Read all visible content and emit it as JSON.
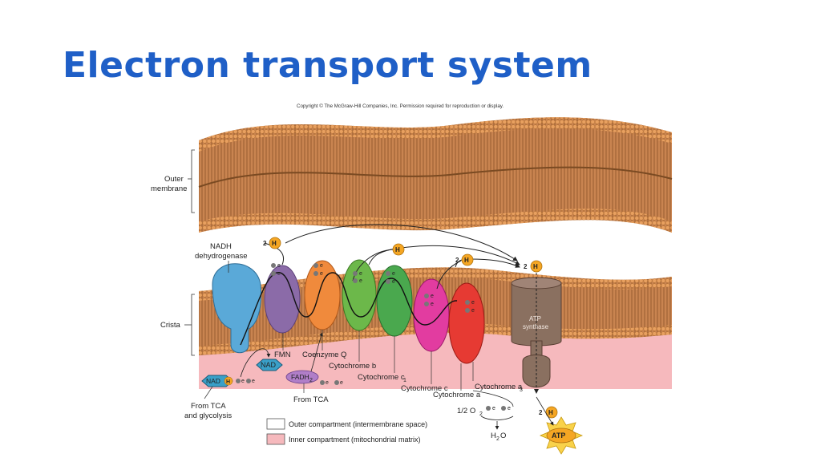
{
  "slide": {
    "title": "Electron transport system"
  },
  "figure": {
    "copyright": "Copyright © The McGraw-Hill Companies, Inc. Permission required for reproduction or display.",
    "labels": {
      "outer_membrane_1": "Outer",
      "outer_membrane_2": "membrane",
      "crista": "Crista",
      "nadh_dehydrogenase_1": "NADH",
      "nadh_dehydrogenase_2": "dehydrogenase",
      "fmn": "FMN",
      "coenzyme_q": "Coenzyme Q",
      "cytochrome_b": "Cytochrome b",
      "cytochrome_c1": "Cytochrome c",
      "cytochrome_c1_sub": "1",
      "cytochrome_c": "Cytochrome c",
      "cytochrome_a": "Cytochrome a",
      "cytochrome_a3": "Cytochrome a",
      "cytochrome_a3_sub": "3",
      "atp_synthase_1": "ATP",
      "atp_synthase_2": "synthase",
      "nad": "NAD",
      "nadh_nad": "NAD",
      "nadh_h": "H",
      "fadh2": "FADH",
      "fadh2_sub": "2",
      "from_tca": "From TCA",
      "from_tca_glycolysis_1": "From TCA",
      "from_tca_glycolysis_2": "and glycolysis",
      "half_o2_prefix": "1/2 O",
      "half_o2_sub": "2",
      "h2o_h": "H",
      "h2o_sub": "2",
      "h2o_o": "O",
      "atp": "ATP",
      "electron": "e",
      "proton": "H",
      "two": "2"
    },
    "legend": [
      {
        "label": "Outer compartment (intermembrane space)",
        "color": "#ffffff"
      },
      {
        "label": "Inner compartment (mitochondrial matrix)",
        "color": "#f6b9bd"
      }
    ],
    "colors": {
      "nadh_dehydrogenase": "#5aa9d8",
      "fmn": "#8b6ba8",
      "coenzyme_q": "#f08a3c",
      "cytochrome_b": "#6cb84a",
      "cytochrome_c1": "#4aa84e",
      "cytochrome_c": "#e23ca0",
      "cytochrome_a": "#e63a33",
      "atp_synthase": "#8a7060",
      "membrane": "#d99a60",
      "proton": "#f5a623",
      "matrix": "#f6b9bd"
    }
  }
}
